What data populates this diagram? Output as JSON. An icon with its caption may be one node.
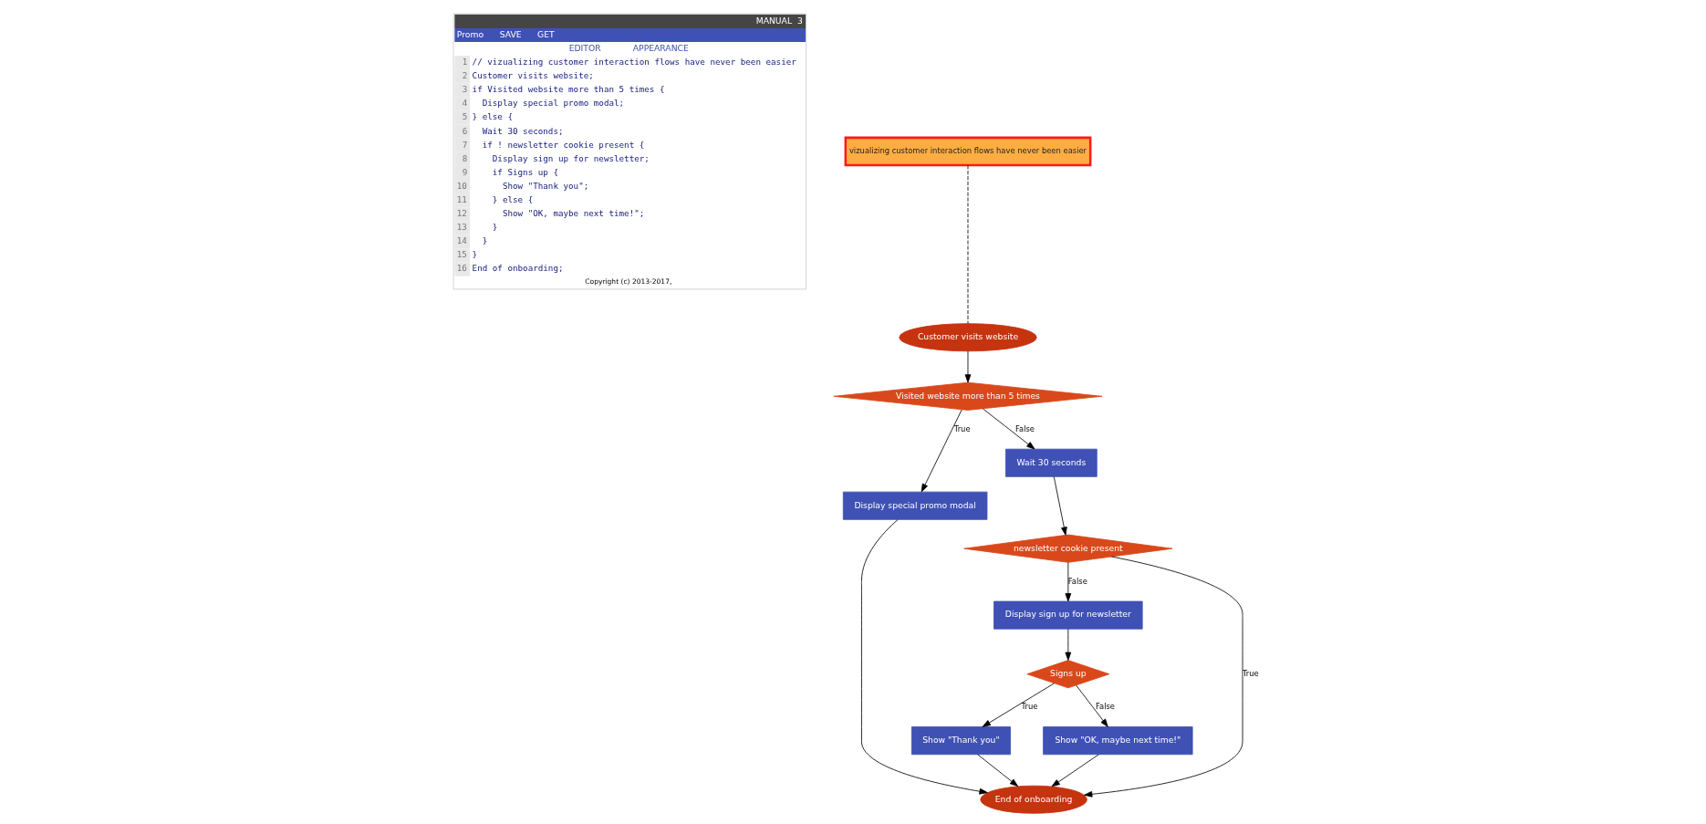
{
  "diagram": {
    "nodes": [
      {
        "text": [
          "vizualizing customer interaction flows have never been easier"
        ]
      },
      {
        "text": [
          "Customer visits website"
        ]
      },
      {
        "text": [
          "Visited website more than 5 times"
        ]
      },
      {
        "text": [
          "Display special promo modal"
        ]
      },
      {
        "text": [
          "Wait 30 seconds"
        ]
      },
      {
        "text": [
          "newsletter cookie present"
        ]
      },
      {
        "text": [
          "Display sign up for newsletter"
        ]
      },
      {
        "text": [
          "Signs up"
        ]
      },
      {
        "text": [
          "Show \"Thank you\""
        ]
      },
      {
        "text": [
          "Show \"OK, maybe next time!\""
        ]
      },
      {
        "text": [
          "End of onboarding"
        ]
      }
    ],
    "edges": [
      {
        "from": 0,
        "to": 1,
        "arrow": "none",
        "style": "dashed"
      },
      {
        "from": 1,
        "to": 2,
        "arrow": "to"
      },
      {
        "from": 2,
        "to": 3,
        "arrow": "to",
        "label": "True"
      },
      {
        "from": 2,
        "to": 4,
        "arrow": "to",
        "label": "False"
      },
      {
        "from": 4,
        "to": 5,
        "arrow": "to"
      },
      {
        "from": 5,
        "to": 6,
        "arrow": "to",
        "label": "False"
      },
      {
        "from": 5,
        "to": 10,
        "arrow": "to",
        "label": "True"
      },
      {
        "from": 6,
        "to": 7,
        "arrow": "to"
      },
      {
        "from": 7,
        "to": 8,
        "arrow": "to",
        "label": "True"
      },
      {
        "from": 7,
        "to": 9,
        "arrow": "to",
        "label": "False"
      },
      {
        "from": 3,
        "to": 10,
        "arrow": "to"
      },
      {
        "from": 8,
        "to": 10,
        "arrow": "to"
      },
      {
        "from": 9,
        "to": 10,
        "arrow": "to"
      }
    ],
    "labels": [
      "MANUAL",
      "3",
      "Promo",
      "SAVE",
      "GET",
      "EDITOR",
      "APPEARANCE",
      "1",
      "// vizualizing customer interaction flows have never been easier",
      "2",
      "Customer visits website;",
      "3",
      "if Visited website more than 5 times {",
      "4",
      "Display special promo modal;",
      "5",
      "} else {",
      "6",
      "Wait 30 seconds;",
      "7",
      "if ! newsletter cookie present {",
      "8",
      "Display sign up for newsletter;",
      "9",
      "if Signs up {",
      "10",
      "Show \"Thank you\";",
      "11",
      "} else {",
      "12",
      "Show \"OK, maybe next time!\";",
      "13",
      "}",
      "14",
      "}",
      "15",
      "}",
      "16",
      "End of onboarding;",
      "Copyright (c) 2013-2017,"
    ]
  }
}
